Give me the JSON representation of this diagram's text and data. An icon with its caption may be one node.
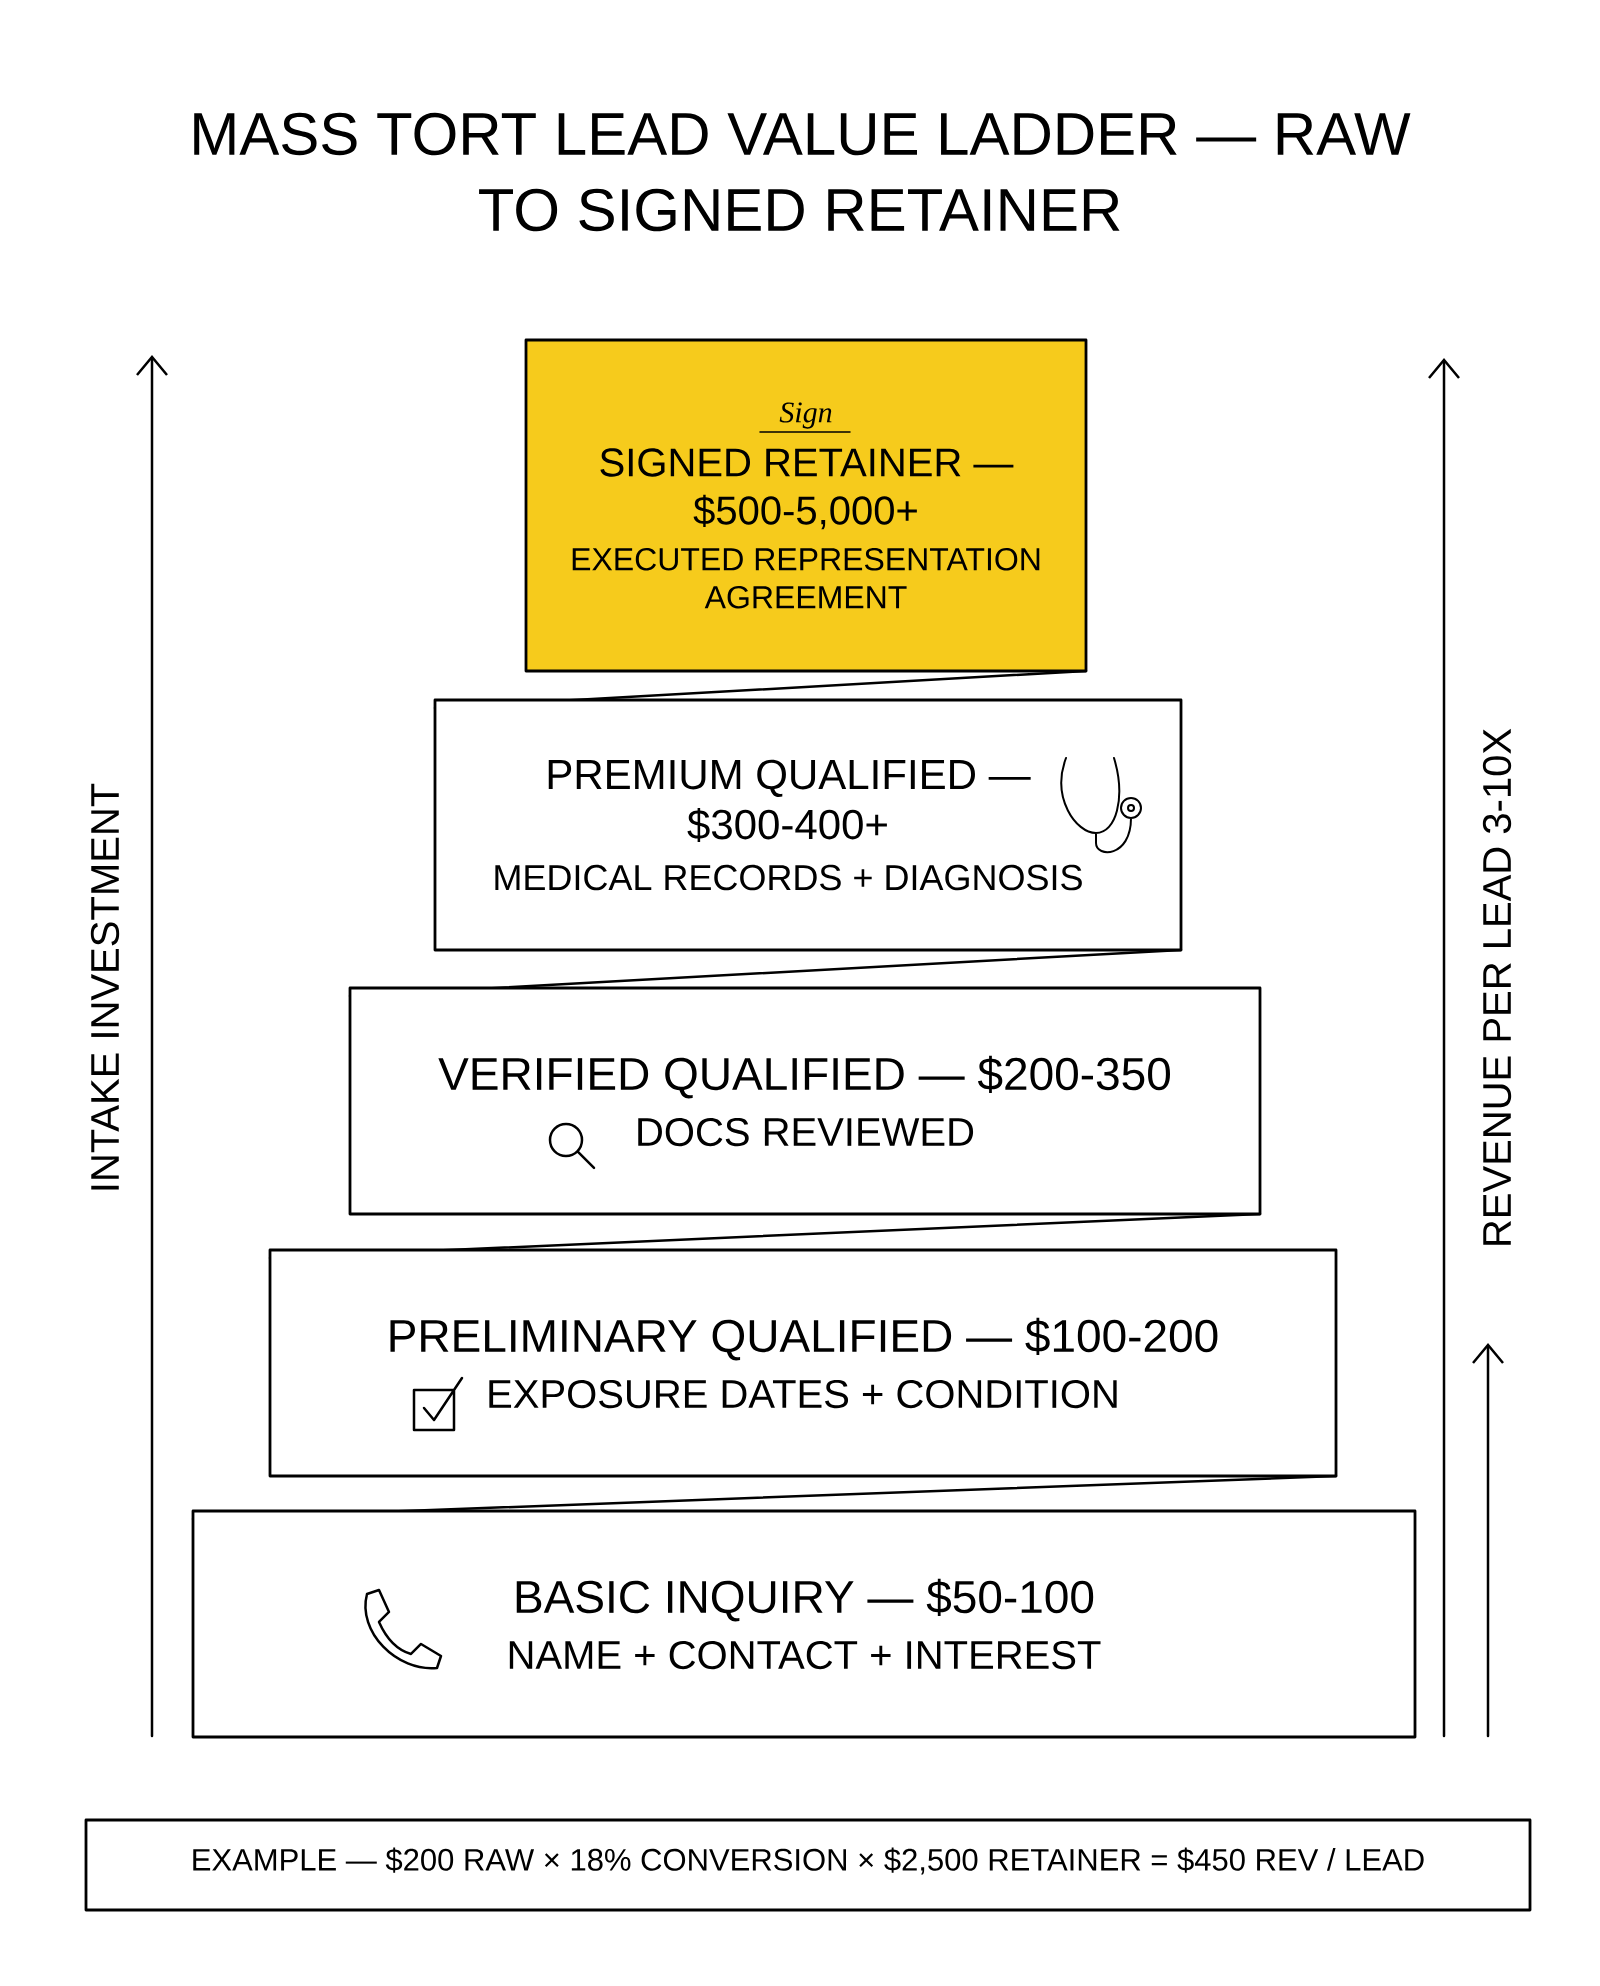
{
  "diagram": {
    "title": "MASS TORT LEAD VALUE LADDER — RAW TO SIGNED RETAINER",
    "nodes": [
      {
        "text": [
          "Sign",
          "SIGNED RETAINER — $500-5,000+",
          "EXECUTED REPRESENTATION AGREEMENT"
        ]
      },
      {
        "text": [
          "PREMIUM QUALIFIED — $300-400+",
          "MEDICAL RECORDS + DIAGNOSIS"
        ]
      },
      {
        "text": [
          "VERIFIED QUALIFIED — $200-350",
          "DOCS REVIEWED"
        ]
      },
      {
        "text": [
          "PRELIMINARY QUALIFIED — $100-200",
          "EXPOSURE DATES + CONDITION"
        ]
      },
      {
        "text": [
          "BASIC INQUIRY — $50-100",
          "NAME + CONTACT + INTEREST"
        ]
      },
      {
        "text": [
          "EXAMPLE — $200 RAW × 18% CONVERSION × $2,500 RETAINER = $450 REV / LEAD"
        ]
      }
    ],
    "labels": [
      "INTAKE INVESTMENT",
      "REVENUE PER LEAD 3-10X"
    ]
  }
}
